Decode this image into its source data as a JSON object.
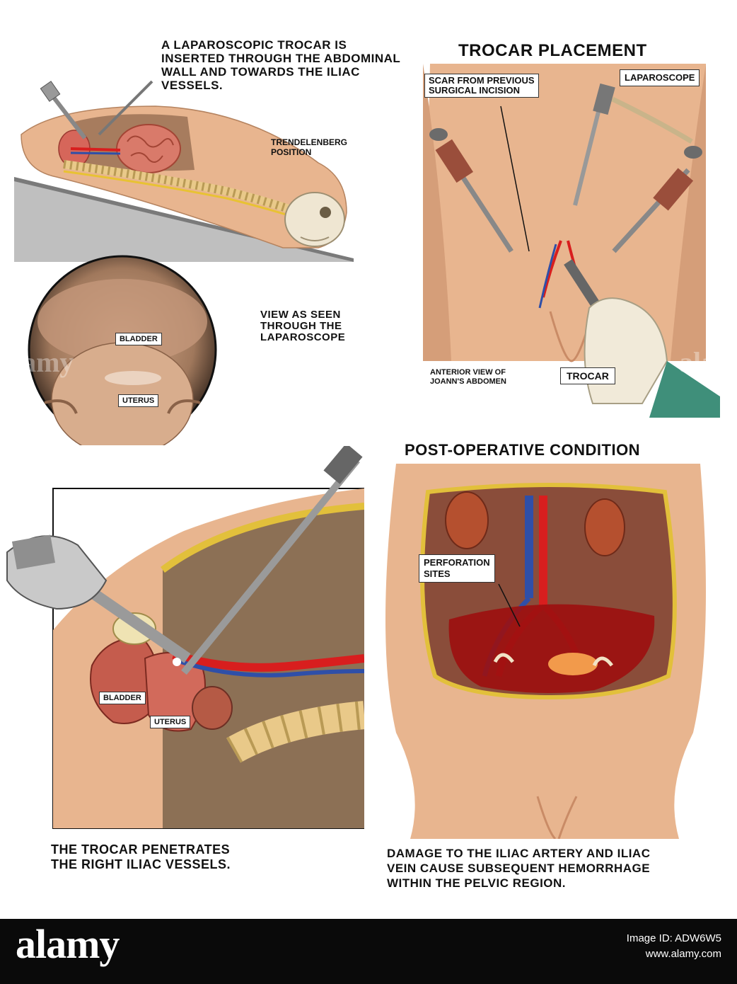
{
  "panels": {
    "patient_position": {
      "caption": "A LAPAROSCOPIC TROCAR IS INSERTED THROUGH THE ABDOMINAL WALL AND TOWARDS THE ILIAC VESSELS.",
      "position_label_line1": "TRENDELENBERG",
      "position_label_line2": "POSITION"
    },
    "trocar_placement": {
      "title": "TROCAR PLACEMENT",
      "scar_label_line1": "SCAR FROM PREVIOUS",
      "scar_label_line2": "SURGICAL INCISION",
      "laparoscope_label": "LAPAROSCOPE",
      "view_label_line1": "ANTERIOR VIEW OF",
      "view_label_line2": "JOANN'S ABDOMEN",
      "trocar_label": "TROCAR"
    },
    "laparoscope_view": {
      "caption_line1": "VIEW AS SEEN",
      "caption_line2": "THROUGH THE",
      "caption_line3": "LAPAROSCOPE",
      "bladder_label": "BLADDER",
      "uterus_label": "UTERUS"
    },
    "cross_section": {
      "bladder_label": "BLADDER",
      "uterus_label": "UTERUS",
      "caption_line1": "THE TROCAR PENETRATES",
      "caption_line2": "THE RIGHT ILIAC VESSELS."
    },
    "post_operative": {
      "title": "POST-OPERATIVE CONDITION",
      "perforation_label_line1": "PERFORATION",
      "perforation_label_line2": "SITES",
      "caption_line1": "DAMAGE TO THE ILIAC ARTERY AND ILIAC",
      "caption_line2": "VEIN CAUSE SUBSEQUENT HEMORRHAGE",
      "caption_line3": "WITHIN THE PELVIC REGION."
    }
  },
  "footer": {
    "brand": "alamy",
    "watermark": "alamy",
    "image_id_line": "Image ID: ADW6W5",
    "site": "www.alamy.com"
  },
  "colors": {
    "skin": "#e8b58f",
    "skin_shadow": "#c98b66",
    "artery": "#d81e1e",
    "vein": "#2f4fa8",
    "blood": "#9c1010",
    "footer_bg": "#0a0a0a"
  }
}
